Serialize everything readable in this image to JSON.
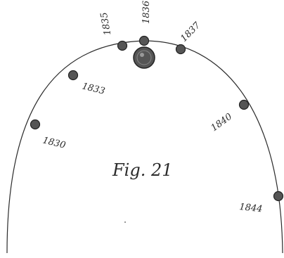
{
  "figure": {
    "caption": "Fig. 21"
  },
  "positions": [
    {
      "year": "1830",
      "marker": "small-dot"
    },
    {
      "year": "1833",
      "marker": "small-dot"
    },
    {
      "year": "1835",
      "marker": "small-dot"
    },
    {
      "year": "1836",
      "marker": "small-dot"
    },
    {
      "year": "1837",
      "marker": "small-dot"
    },
    {
      "year": "1840",
      "marker": "small-dot"
    },
    {
      "year": "1844",
      "marker": "small-dot"
    }
  ],
  "central_body": {
    "marker": "large-disc"
  },
  "colors": {
    "ink": "#2b2b2b",
    "dot_fill": "#555555",
    "paper": "#ffffff"
  }
}
